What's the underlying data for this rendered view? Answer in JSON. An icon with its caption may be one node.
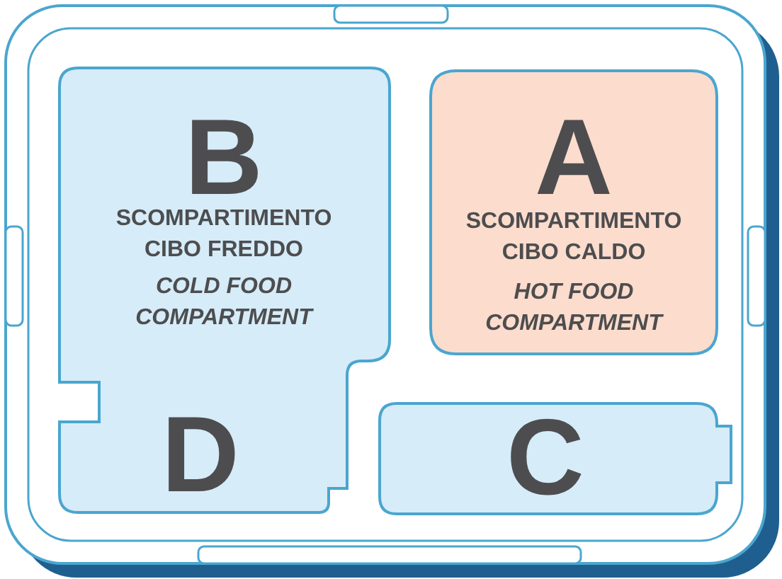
{
  "diagram": {
    "nodes": [
      {
        "text": [
          "B",
          "SCOMPARTIMENTO CIBO FREDDO",
          "COLD FOOD COMPARTMENT",
          "D"
        ]
      },
      {
        "text": [
          "A",
          "SCOMPARTIMENTO CIBO CALDO",
          "HOT FOOD COMPARTMENT"
        ]
      },
      {
        "text": [
          "C"
        ]
      }
    ]
  }
}
